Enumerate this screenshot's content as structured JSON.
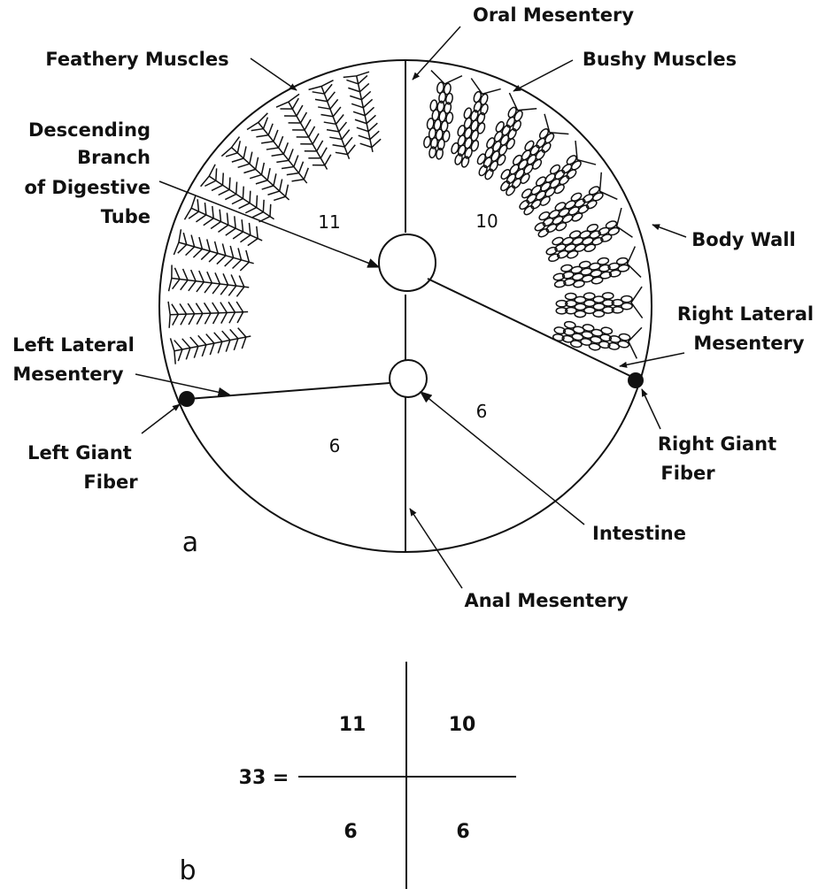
{
  "panel_a": {
    "panel_label": "a",
    "labels": {
      "oral_mesentery": "Oral Mesentery",
      "feathery_muscles": "Feathery Muscles",
      "bushy_muscles": "Bushy Muscles",
      "descending_branch": [
        "Descending",
        "Branch",
        "of Digestive",
        "Tube"
      ],
      "body_wall": "Body Wall",
      "right_lateral_mesentery": [
        "Right Lateral",
        "Mesentery"
      ],
      "left_lateral_mesentery": [
        "Left Lateral",
        "Mesentery"
      ],
      "left_giant_fiber": [
        "Left Giant",
        "Fiber"
      ],
      "right_giant_fiber": [
        "Right Giant",
        "Fiber"
      ],
      "intestine": "Intestine",
      "anal_mesentery": "Anal Mesentery"
    },
    "quadrant_counts": {
      "upper_left": "11",
      "upper_right": "10",
      "lower_left": "6",
      "lower_right": "6"
    },
    "feathery_muscle_count": 11,
    "bushy_muscle_count": 10
  },
  "panel_b": {
    "panel_label": "b",
    "equation_prefix": "33 =",
    "upper_left": "11",
    "upper_right": "10",
    "lower_left": "6",
    "lower_right": "6"
  }
}
